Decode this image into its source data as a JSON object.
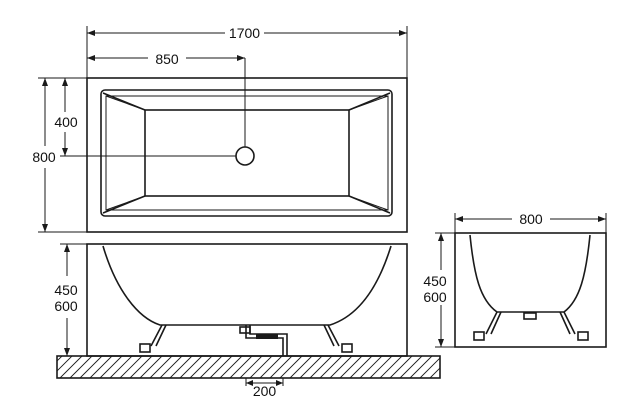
{
  "dimensions": {
    "overall_length": "1700",
    "half_length": "850",
    "overall_width": "800",
    "drain_offset": "400",
    "height_rim": "450",
    "height_total": "600",
    "drain_spacing": "200",
    "end_width": "800",
    "end_height_rim": "450",
    "end_height_total": "600"
  }
}
